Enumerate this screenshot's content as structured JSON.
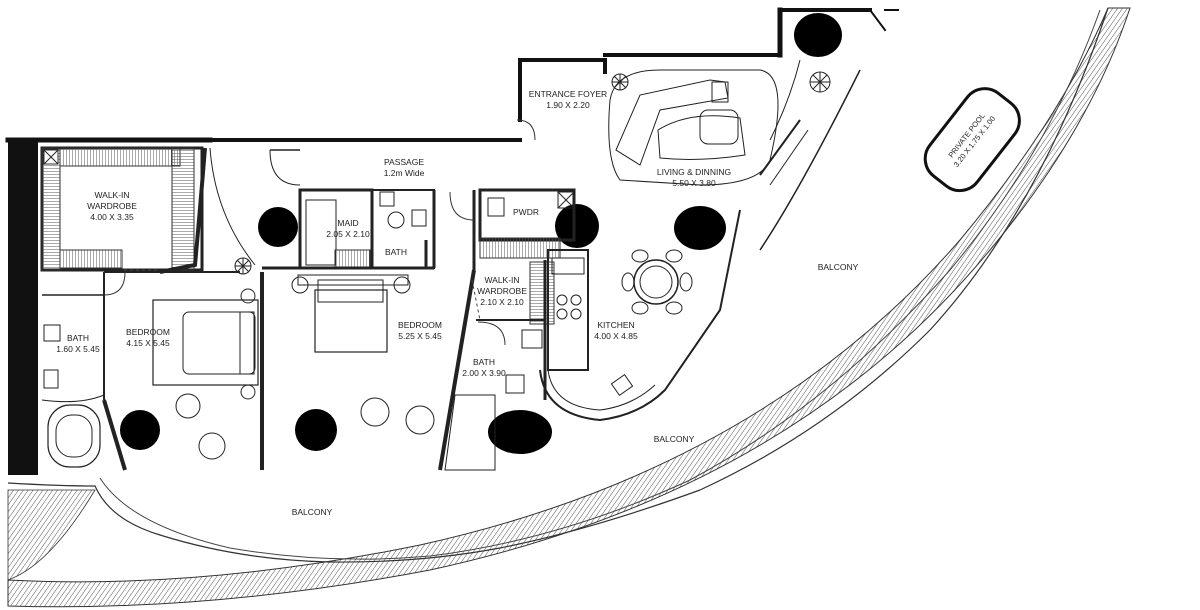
{
  "rooms": {
    "entrance_foyer": {
      "name": "ENTRANCE FOYER",
      "dims": "1.90 X 2.20"
    },
    "passage": {
      "name": "PASSAGE",
      "dims": "1.2m Wide"
    },
    "living_dinning": {
      "name": "LIVING & DINNING",
      "dims": "5.50 X 3.80"
    },
    "private_pool": {
      "name": "PRIVATE POOL",
      "dims": "3.20 X 1.75 X 1.00"
    },
    "walkin_wardrobe_1": {
      "name1": "WALK-IN",
      "name2": "WARDROBE",
      "dims": "4.00 X 3.35"
    },
    "maid": {
      "name": "MAID",
      "dims": "2.05 X 2.10"
    },
    "maid_bath": {
      "name": "BATH"
    },
    "pwdr": {
      "name": "PWDR"
    },
    "walkin_wardrobe_2": {
      "name1": "WALK-IN",
      "name2": "WARDROBE",
      "dims": "2.10 X 2.10"
    },
    "bath_1": {
      "name": "BATH",
      "dims": "1.60 X 5.45"
    },
    "bedroom_1": {
      "name": "BEDROOM",
      "dims": "4.15 X 5.45"
    },
    "bedroom_2": {
      "name": "BEDROOM",
      "dims": "5.25 X 5.45"
    },
    "bath_2": {
      "name": "BATH",
      "dims": "2.00 X 3.90"
    },
    "kitchen": {
      "name": "KITCHEN",
      "dims": "4.00 X 4.85"
    },
    "balcony_right": {
      "name": "BALCONY"
    },
    "balcony_middle": {
      "name": "BALCONY"
    },
    "balcony_bottom": {
      "name": "BALCONY"
    }
  }
}
